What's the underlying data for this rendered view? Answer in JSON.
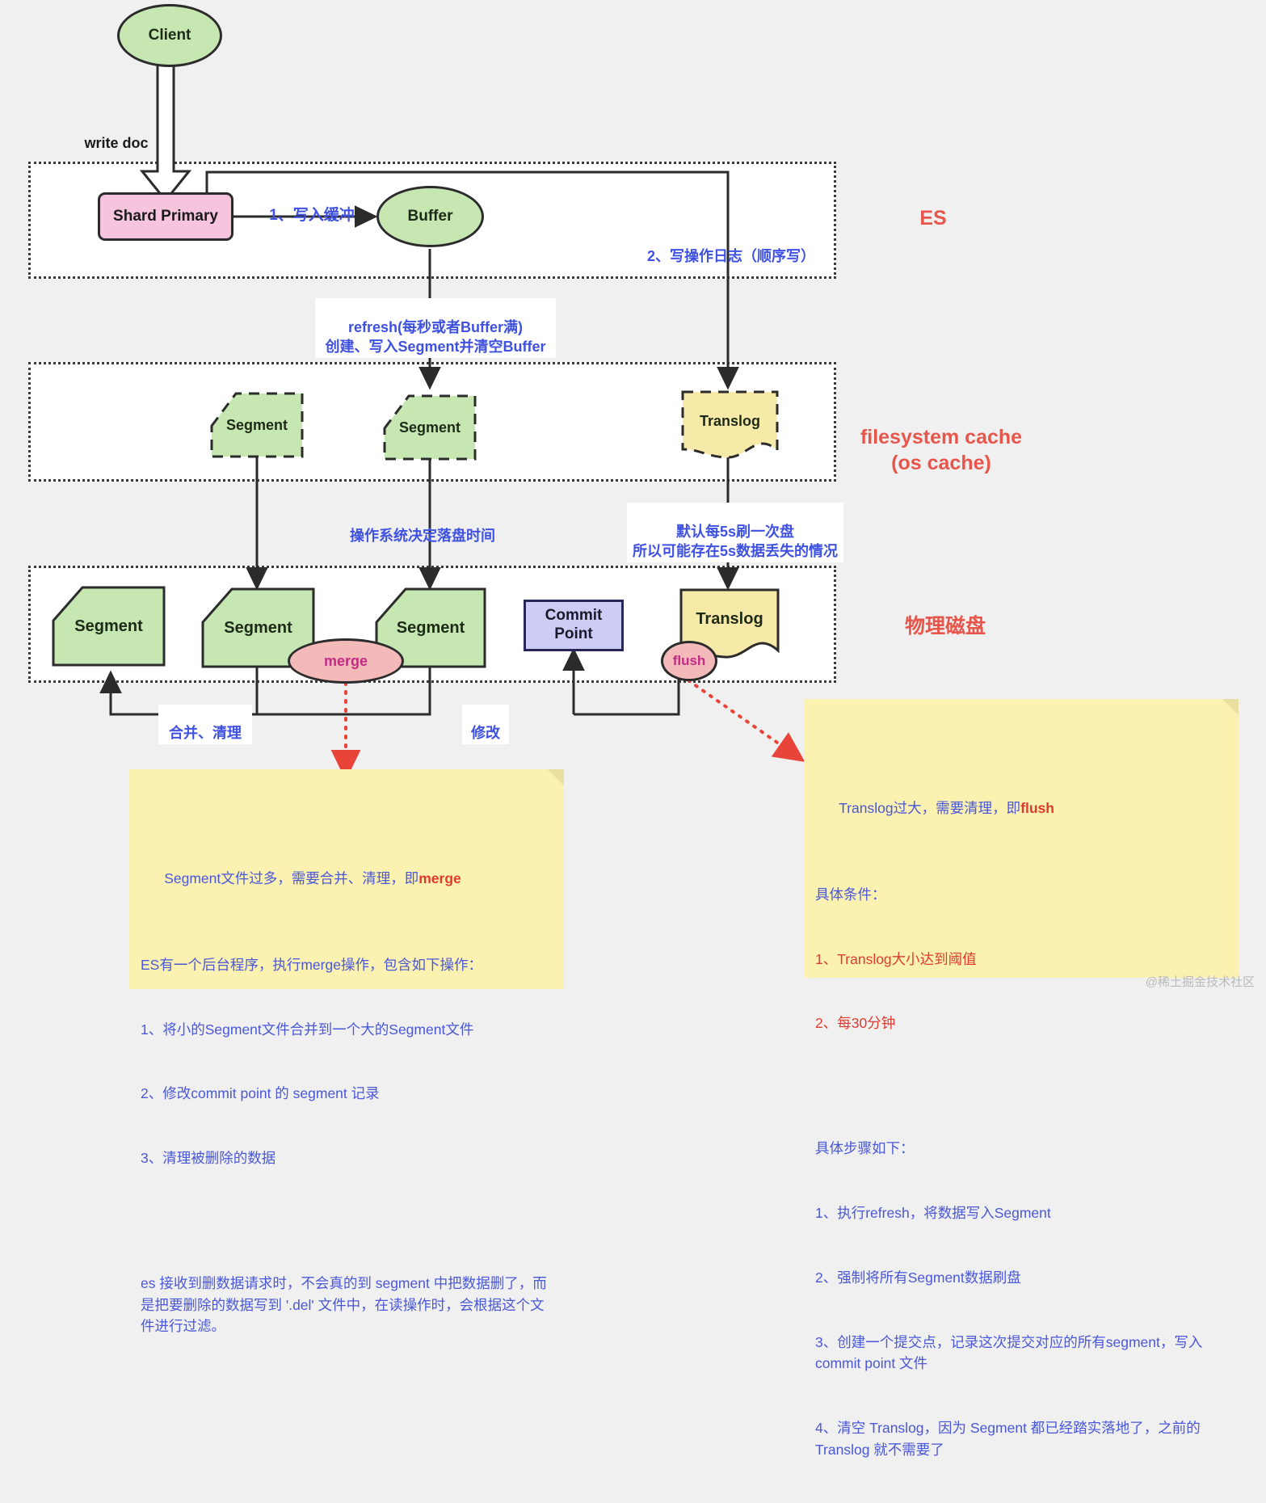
{
  "diagram": {
    "title": "Elasticsearch write / refresh / flush / merge flow",
    "colors": {
      "green": "#c6e7b2",
      "pink_rect": "#f7c4dd",
      "pink_ellipse": "#f4b9b9",
      "yellow": "#f7e9a8",
      "blue_rect": "#ccccf5",
      "note": "#fbf2b2",
      "edge_label": "#3f51e0",
      "zone_label": "#e8564b",
      "red_text": "#e03a2f"
    }
  },
  "nodes": {
    "client": "Client",
    "shard_primary": "Shard Primary",
    "buffer": "Buffer",
    "segment_cache_1": "Segment",
    "segment_cache_2": "Segment",
    "translog_cache": "Translog",
    "segment_disk_1": "Segment",
    "segment_disk_2": "Segment",
    "segment_disk_3": "Segment",
    "commit_point": "Commit\nPoint",
    "translog_disk": "Translog",
    "merge": "merge",
    "flush": "flush"
  },
  "zone_labels": {
    "es": "ES",
    "filesystem_cache": "filesystem cache\n(os cache)",
    "physical_disk": "物理磁盘"
  },
  "edge_labels": {
    "write_doc": "write doc",
    "step1_buffer": "1、写入缓冲",
    "step2_translog": "2、写操作日志（顺序写）",
    "refresh": "refresh(每秒或者Buffer满)\n创建、写入Segment并清空Buffer",
    "os_flush_timing": "操作系统决定落盘时间",
    "translog_fsync": "默认每5s刷一次盘\n所以可能存在5s数据丢失的情况",
    "merge_clean": "合并、清理",
    "modify": "修改"
  },
  "notes": {
    "merge_note": {
      "line1_a": "Segment文件过多，需要合并、清理，即",
      "line1_b": "merge",
      "lines": [
        "ES有一个后台程序，执行merge操作，包含如下操作：",
        "1、将小的Segment文件合并到一个大的Segment文件",
        "2、修改commit point 的 segment 记录",
        "3、清理被删除的数据",
        "",
        "es 接收到删数据请求时，不会真的到 segment 中把数据删了，而是把要删除的数据写到 '.del' 文件中，在读操作时，会根据这个文件进行过滤。"
      ]
    },
    "flush_note": {
      "line1_a": "Translog过大，需要清理，即",
      "line1_b": "flush",
      "line2": "具体条件：",
      "cond1": "1、Translog大小达到阈值",
      "cond2": "2、每30分钟",
      "blank": "",
      "steps_title": "具体步骤如下：",
      "steps": [
        "1、执行refresh，将数据写入Segment",
        "2、强制将所有Segment数据刷盘",
        "3、创建一个提交点，记录这次提交对应的所有segment，写入 commit point 文件",
        "4、清空 Translog，因为 Segment 都已经踏实落地了，之前的 Translog 就不需要了"
      ]
    }
  },
  "watermark": "@稀土掘金技术社区"
}
